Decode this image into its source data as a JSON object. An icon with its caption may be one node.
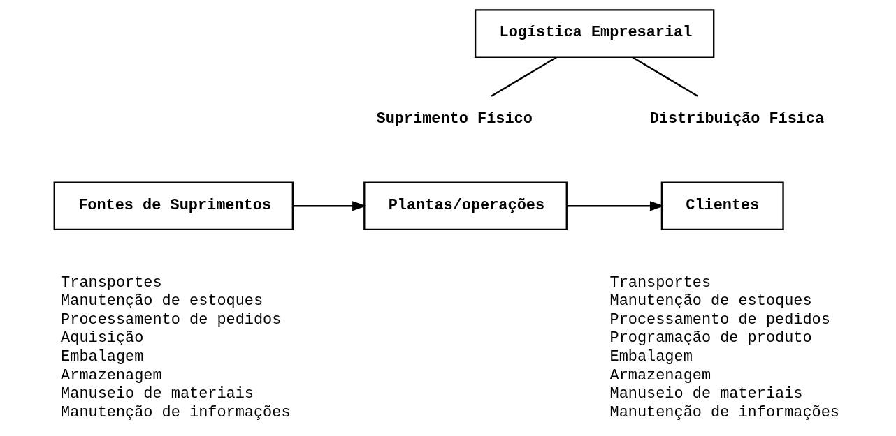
{
  "diagram": {
    "nodes": [
      {
        "text": [
          "Logística Empresarial"
        ]
      },
      {
        "text": [
          "Suprimento Físico"
        ]
      },
      {
        "text": [
          "Distribuição Física"
        ]
      },
      {
        "text": [
          "Fontes de Suprimentos"
        ]
      },
      {
        "text": [
          "Plantas/operações"
        ]
      },
      {
        "text": [
          "Clientes"
        ]
      }
    ],
    "edges": [
      {
        "from": 0,
        "to": 1,
        "arrow": "none"
      },
      {
        "from": 0,
        "to": 2,
        "arrow": "none"
      },
      {
        "from": 3,
        "to": 4,
        "arrow": "to"
      },
      {
        "from": 4,
        "to": 5,
        "arrow": "to"
      }
    ],
    "labels": [
      "Transportes",
      "Transportes",
      "Manutenção de estoques",
      "Manutenção de estoques",
      "Processamento de pedidos",
      "Processamento de pedidos",
      "Aquisição",
      "Programação de produto",
      "Embalagem",
      "Embalagem",
      "Armazenagem",
      "Armazenagem",
      "Manuseio de materiais",
      "Manuseio de materiais",
      "Manutenção de informações",
      "Manutenção de informações"
    ]
  }
}
